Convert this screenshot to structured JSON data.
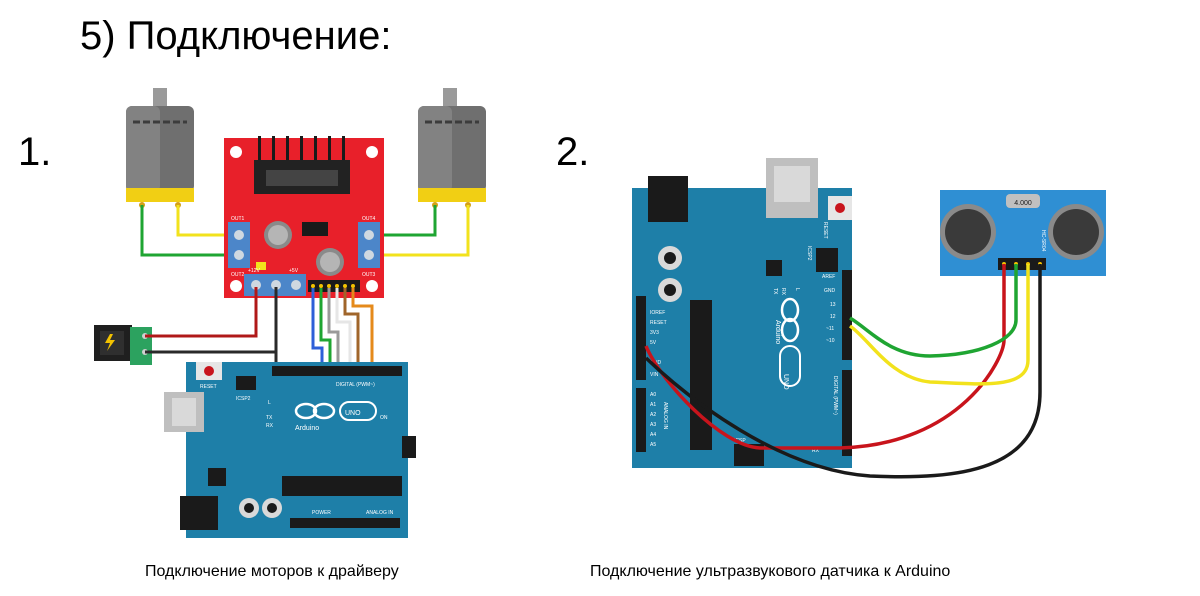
{
  "slide": {
    "title": "5) Подключение:"
  },
  "sections": [
    {
      "number": "1.",
      "caption": "Подключение моторов к драйверу"
    },
    {
      "number": "2.",
      "caption": "Подключение ультразвукового датчика к Arduino"
    }
  ],
  "labels": {
    "board": "UNO",
    "brand": "Arduino",
    "sensor_model": "HC-SR04",
    "sensor_display": "4.000",
    "driver_out1": "OUT1",
    "driver_out2": "OUT2",
    "driver_out3": "OUT3",
    "driver_out4": "OUT4",
    "reset": "RESET",
    "icsp": "ICSP",
    "icsp2": "ICSP2",
    "tx": "TX",
    "rx": "RX",
    "digital": "DIGITAL (PWM~)",
    "analog": "ANALOG IN",
    "power": "POWER",
    "aref": "AREF",
    "gnd": "GND",
    "pin13": "13",
    "pin12": "12",
    "pin11": "~11",
    "pin10": "~10",
    "ioref": "IOREF",
    "v33": "3V3",
    "v5": "5V",
    "vin": "VIN",
    "a0": "A0",
    "a1": "A1",
    "a2": "A2",
    "a3": "A3",
    "a4": "A4",
    "a5": "A5",
    "l": "L",
    "on": "ON",
    "v12": "+12V",
    "v5b": "+5V"
  },
  "colors": {
    "board_blue": "#1e7fa8",
    "board_dark": "#15648a",
    "driver_red": "#e8202a",
    "sensor_blue": "#2f8fd3",
    "wire_green": "#1fa532",
    "wire_yellow": "#f2e21c",
    "wire_red": "#c8141c",
    "wire_black": "#1a1a1a",
    "motor_gray": "#6b6b6b",
    "motor_yellow": "#f1cf14"
  }
}
